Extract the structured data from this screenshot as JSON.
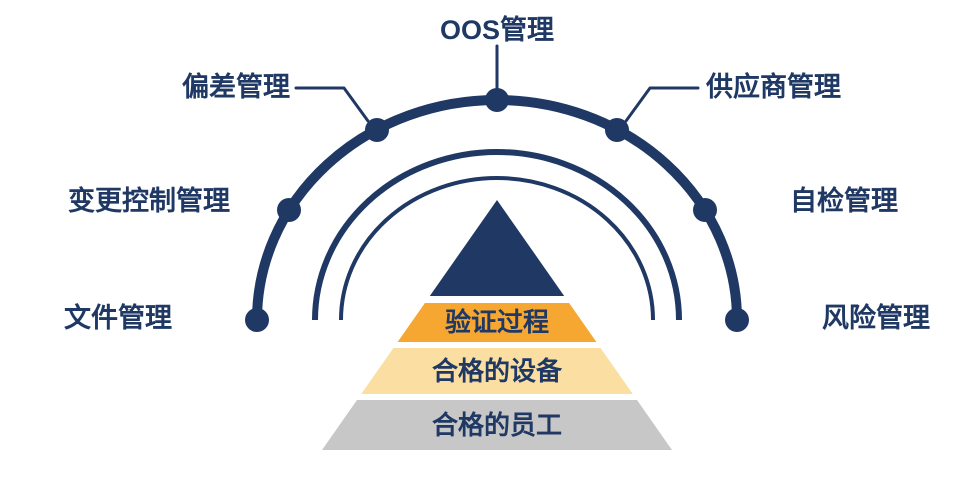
{
  "diagram": {
    "colors": {
      "navy": "#1f3864",
      "orange": "#f5a732",
      "light_yellow": "#fbdfa2",
      "gray": "#c7c7c7",
      "background": "#ffffff"
    },
    "arc_labels": {
      "oos": "OOS管理",
      "deviation": "偏差管理",
      "supplier": "供应商管理",
      "change_control": "变更控制管理",
      "self_inspection": "自检管理",
      "document": "文件管理",
      "risk": "风险管理"
    },
    "pyramid": {
      "layers": [
        {
          "label": "",
          "color": "#1f3864"
        },
        {
          "label": "验证过程",
          "color": "#f5a732"
        },
        {
          "label": "合格的设备",
          "color": "#fbdfa2"
        },
        {
          "label": "合格的员工",
          "color": "#c7c7c7"
        }
      ]
    }
  }
}
